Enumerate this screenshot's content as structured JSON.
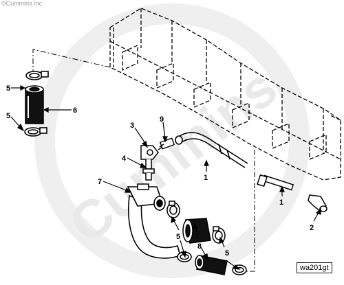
{
  "copyright": "©Cummins Inc",
  "watermark": "Cummins",
  "figure_id": "wa201gt",
  "callouts": {
    "c1a": "1",
    "c1b": "1",
    "c2": "2",
    "c3": "3",
    "c4": "4",
    "c5a": "5",
    "c5b": "5",
    "c5c": "5",
    "c5d": "5",
    "c6": "6",
    "c7": "7",
    "c8": "8",
    "c9": "9"
  },
  "colors": {
    "line": "#000000",
    "watermark": "#e9e9e9"
  }
}
